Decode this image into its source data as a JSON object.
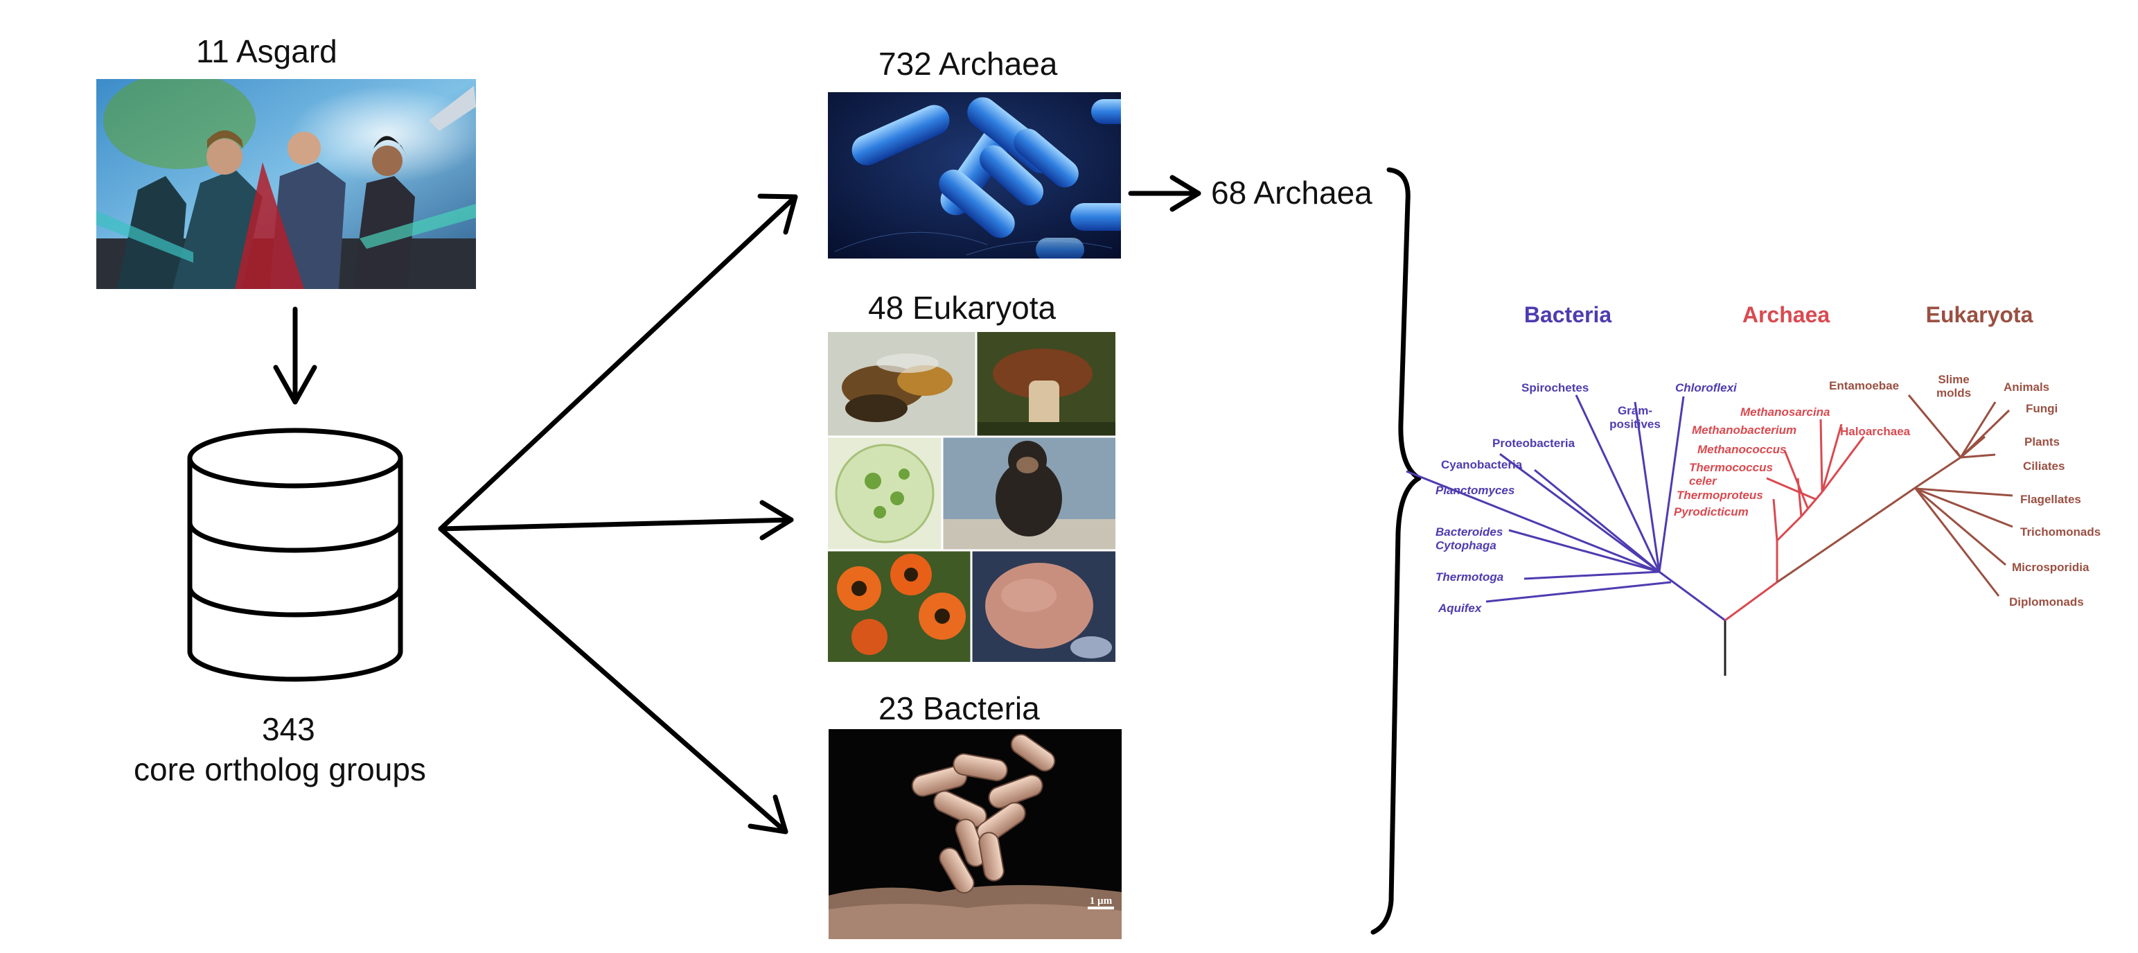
{
  "labels": {
    "asgard": "11 Asgard",
    "archaea": "732 Archaea",
    "eukaryota": "48 Eukaryota",
    "bacteria": "23 Bacteria",
    "archaea_selected": "68 Archaea",
    "core_count": "343",
    "core_groups": "core ortholog groups"
  },
  "scale_bar": "1 µm",
  "tree": {
    "domains": {
      "bacteria": "Bacteria",
      "archaea": "Archaea",
      "eukaryota": "Eukaryota"
    },
    "colors": {
      "bacteria": "#4f3bb0",
      "archaea": "#d94a50",
      "eukaryota": "#9a5042"
    },
    "bacteria_taxa": {
      "spirochetes": "Spirochetes",
      "gram_positives": "Gram-\npositives",
      "chloroflexi": "Chloroflexi",
      "proteobacteria": "Proteobacteria",
      "cyanobacteria": "Cyanobacteria",
      "planctomyces": "Planctomyces",
      "bacteroides": "Bacteroides\nCytophaga",
      "thermotoga": "Thermotoga",
      "aquifex": "Aquifex"
    },
    "archaea_taxa": {
      "methanosarcina": "Methanosarcina",
      "methanobacterium": "Methanobacterium",
      "haloarchaea": "Haloarchaea",
      "methanococcus": "Methanococcus",
      "thermococcus": "Thermococcus\nceler",
      "thermoproteus": "Thermoproteus",
      "pyrodicticum": "Pyrodicticum"
    },
    "eukaryota_taxa": {
      "entamoebae": "Entamoebae",
      "slime_molds": "Slime\nmolds",
      "animals": "Animals",
      "fungi": "Fungi",
      "plants": "Plants",
      "ciliates": "Ciliates",
      "flagellates": "Flagellates",
      "trichomonads": "Trichomonads",
      "microsporidia": "Microsporidia",
      "diplomonads": "Diplomonads"
    }
  }
}
